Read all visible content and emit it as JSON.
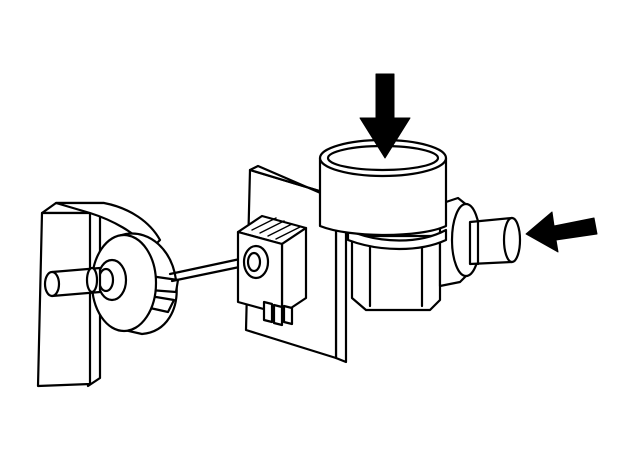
{
  "diagram": {
    "parts": [
      {
        "name": "bracket"
      },
      {
        "name": "pivot-disc"
      },
      {
        "name": "connecting-rod"
      },
      {
        "name": "mounting-plate"
      },
      {
        "name": "sensor-connector"
      },
      {
        "name": "valve-canister"
      },
      {
        "name": "side-port-nozzle"
      }
    ],
    "arrows": [
      {
        "name": "top-arrow",
        "direction": "down"
      },
      {
        "name": "side-arrow",
        "direction": "left"
      }
    ],
    "colors": {
      "stroke": "#000000",
      "fill": "#ffffff"
    }
  }
}
